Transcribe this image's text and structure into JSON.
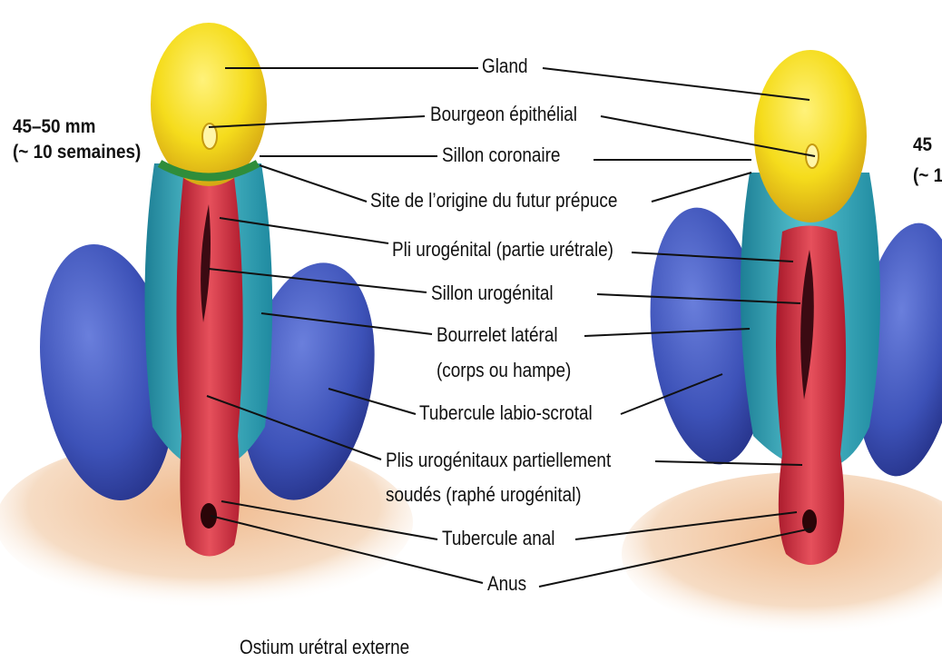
{
  "stage_label": {
    "line1": "45–50 mm",
    "line2": "(~ 10 semaines)"
  },
  "stage_label_right": {
    "line1": "45",
    "line2": "(~ 1"
  },
  "labels": {
    "gland": "Gland",
    "bourgeon": "Bourgeon épithélial",
    "sillon_coronaire": "Sillon coronaire",
    "site_prepuce": "Site de l’origine du futur prépuce",
    "pli_urogenital": "Pli urogénital (partie urétrale)",
    "sillon_urogenital": "Sillon urogénital",
    "bourrelet_1": "Bourrelet latéral",
    "bourrelet_2": "(corps ou hampe)",
    "tubercule_labio": "Tubercule labio-scrotal",
    "plis_soudes_1": "Plis urogénitaux partiellement",
    "plis_soudes_2": "soudés (raphé urogénital)",
    "tubercule_anal": "Tubercule anal",
    "anus": "Anus"
  },
  "caption": "Ostium urétral externe",
  "colors": {
    "glans": "#f5dc1c",
    "shaft_teal": "#2f9fb2",
    "labioscrotal_blue": "#3d52b8",
    "urogenital_fold_red": "#d42a3a",
    "perineum_peach": "#f2c9a4",
    "leader_line": "#111111"
  }
}
